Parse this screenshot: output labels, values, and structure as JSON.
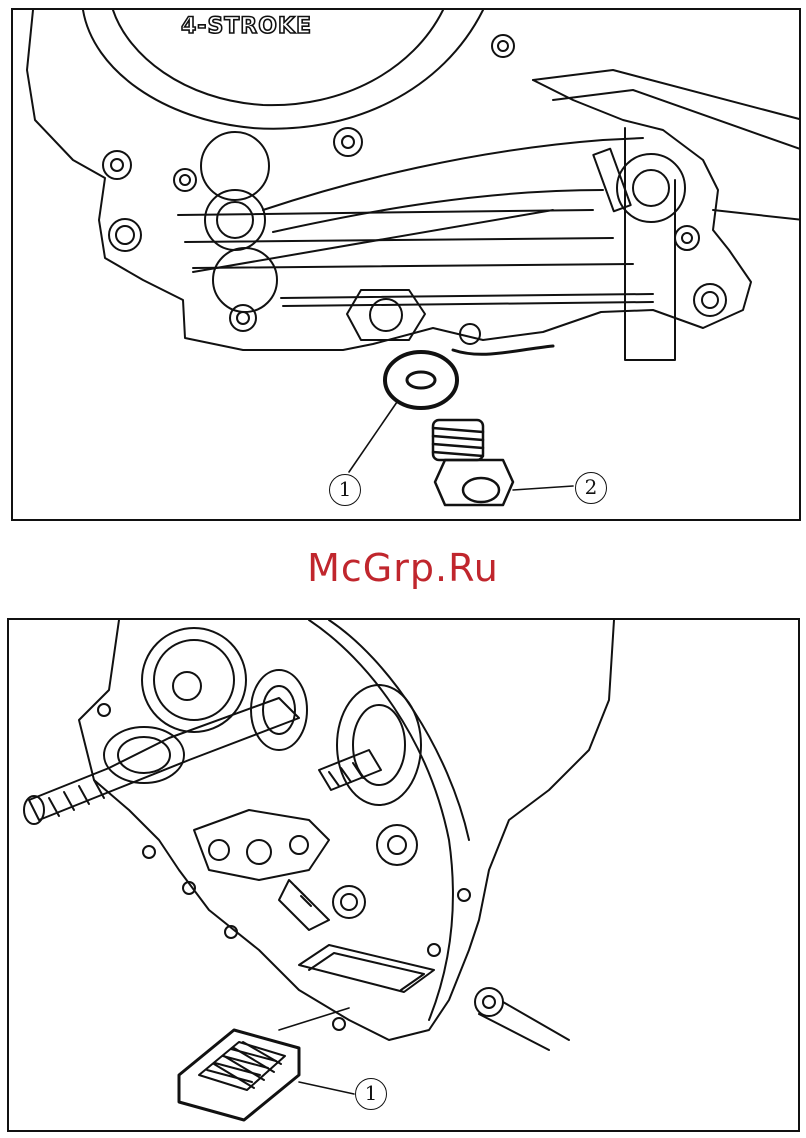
{
  "top_figure": {
    "engine_label": "4-STROKE",
    "callouts": [
      "1",
      "2"
    ]
  },
  "watermark": {
    "text": "McGrp.Ru",
    "color": "#c0262d"
  },
  "bottom_figure": {
    "callouts": [
      "1"
    ]
  }
}
